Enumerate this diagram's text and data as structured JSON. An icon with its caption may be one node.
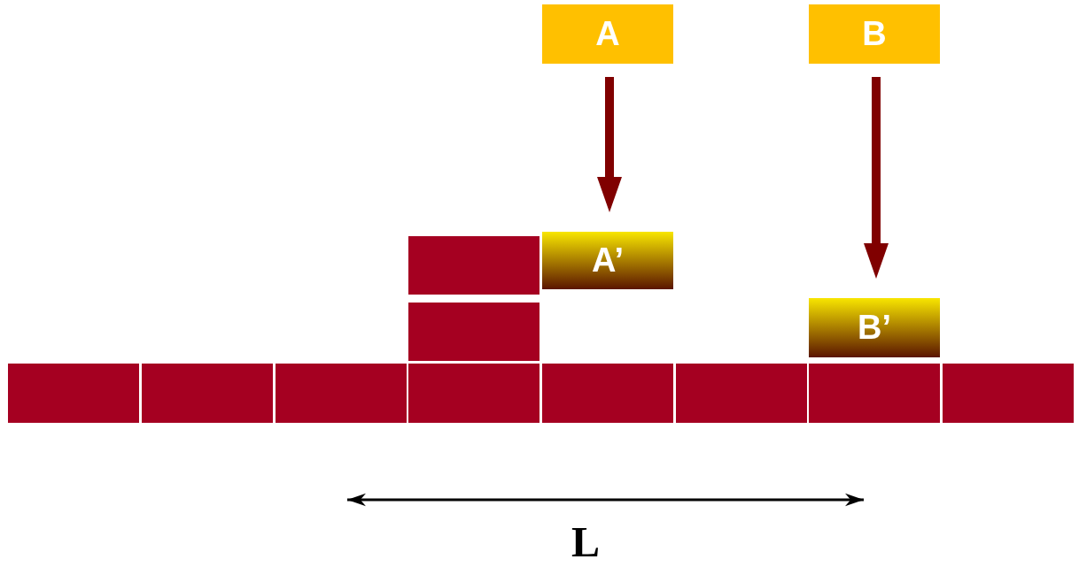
{
  "diagram": {
    "nodes": [
      {
        "text": [
          "A"
        ]
      },
      {
        "text": [
          "B"
        ]
      },
      {
        "text": [],
        "shape": "box"
      },
      {
        "text": [
          "A’"
        ]
      },
      {
        "text": [],
        "shape": "box"
      },
      {
        "text": [
          "B’"
        ]
      },
      {
        "text": [],
        "shape": "box"
      },
      {
        "text": [],
        "shape": "box"
      },
      {
        "text": [],
        "shape": "box"
      },
      {
        "text": [],
        "shape": "box"
      },
      {
        "text": [],
        "shape": "box"
      },
      {
        "text": [],
        "shape": "box"
      },
      {
        "text": [],
        "shape": "box"
      },
      {
        "text": [],
        "shape": "box"
      }
    ],
    "edges": [
      {
        "from": 0,
        "to": 3,
        "arrow": "to"
      },
      {
        "from": 1,
        "to": 5,
        "arrow": "to"
      }
    ],
    "labels": [
      "L"
    ]
  }
}
